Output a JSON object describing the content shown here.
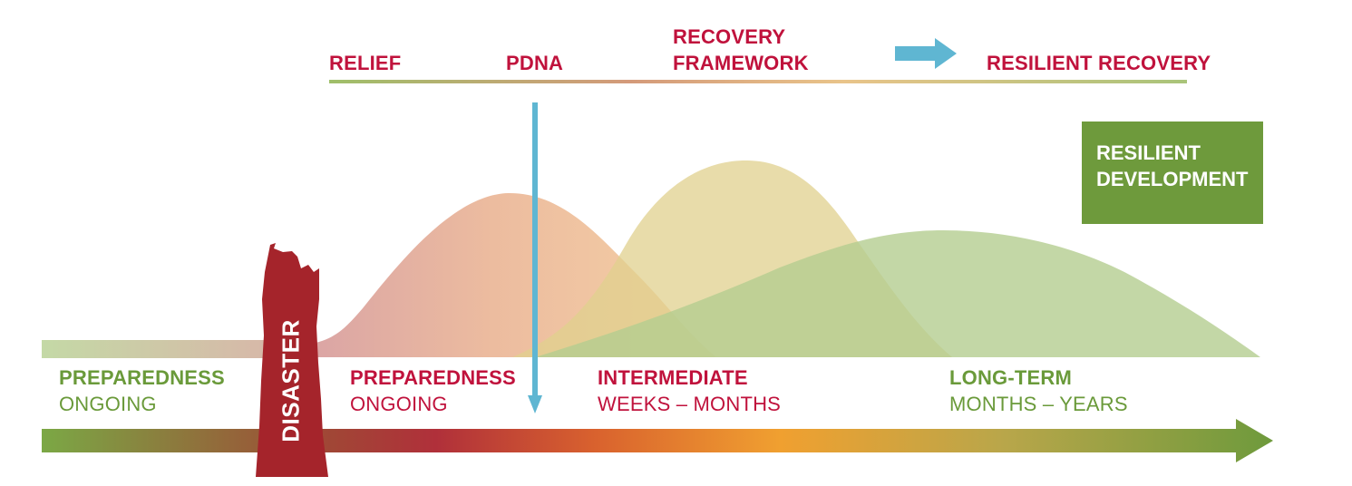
{
  "top_phases": {
    "relief": "RELIEF",
    "pdna": "PDNA",
    "recovery_framework": [
      "RECOVERY",
      "FRAMEWORK"
    ],
    "resilient_recovery": "RESILIENT RECOVERY"
  },
  "resilient_development": "RESILIENT\nDEVELOPMENT",
  "disaster": "DISASTER",
  "stages": [
    {
      "title": "PREPAREDNESS",
      "duration": "ONGOING",
      "color": "green"
    },
    {
      "title": "PREPAREDNESS",
      "duration": "ONGOING",
      "color": "red"
    },
    {
      "title": "INTERMEDIATE",
      "duration": "WEEKS – MONTHS",
      "color": "red"
    },
    {
      "title": "LONG-TERM",
      "duration": "MONTHS – YEARS",
      "color": "green"
    }
  ],
  "colors": {
    "red_text": "#c0123c",
    "green_text": "#6a9a3a",
    "disaster": "#a5242b",
    "arrow_blue": "#5fb6d2",
    "box_green": "#6e9a3c"
  }
}
